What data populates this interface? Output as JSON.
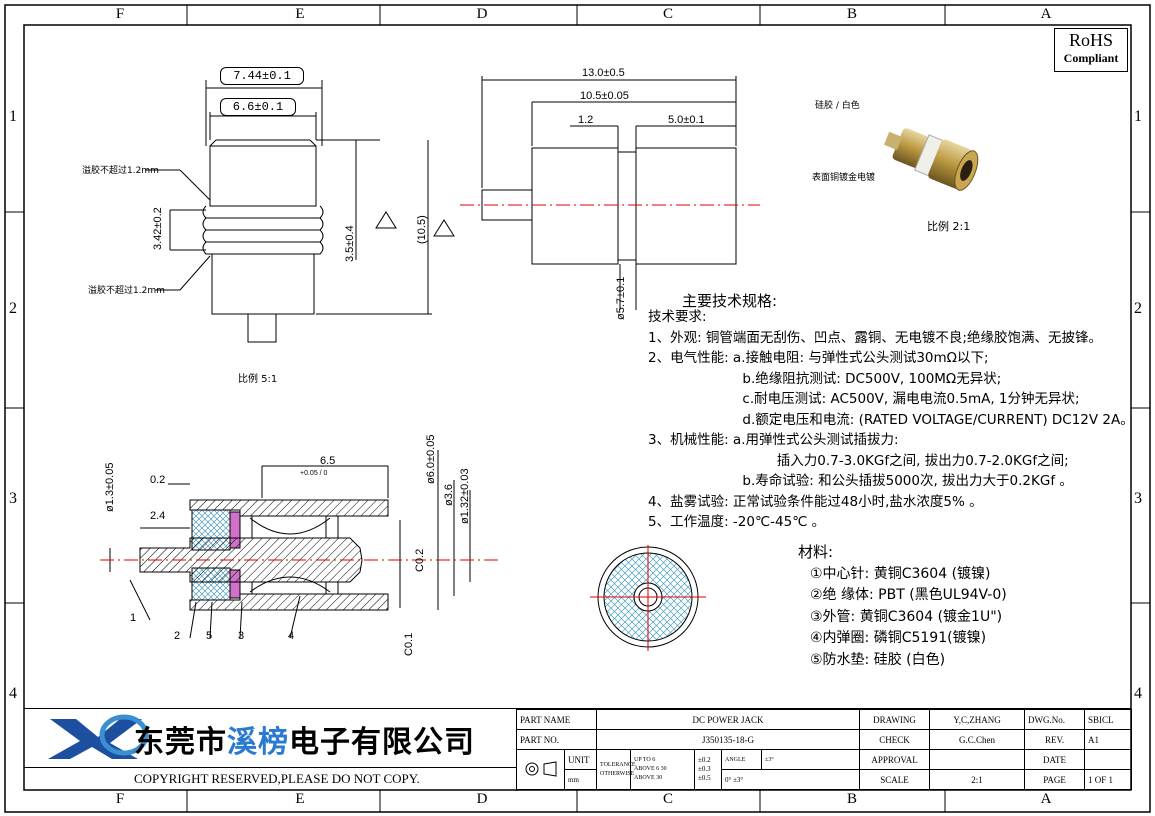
{
  "frame": {
    "cols_top": [
      "F",
      "E",
      "D",
      "C",
      "B",
      "A"
    ],
    "rows": [
      "1",
      "2",
      "3",
      "4"
    ]
  },
  "rohs": {
    "line1": "RoHS",
    "line2": "Compliant"
  },
  "drawing1": {
    "dim_top1": "7.44±0.1",
    "dim_top2": "6.6±0.1",
    "note1": "溢胶不超过1.2mm",
    "note2": "溢胶不超过1.2mm",
    "dim_left": "3.42±0.2",
    "dim_right1": "3.5±0.4",
    "dim_right2": "(10.5)",
    "scale": "比例   5:1"
  },
  "drawing2": {
    "dim1": "13.0±0.5",
    "dim2": "10.5±0.05",
    "dim3": "1.2",
    "dim4": "5.0±0.1",
    "dim5": "ø5.7±0.1"
  },
  "photo": {
    "label1": "硅胶 / 白色",
    "label2": "表面铜镀金电镀",
    "scale": "比例   2:1"
  },
  "section": {
    "dim_a": "ø1.3±0.05",
    "dim_b": "0.2",
    "dim_c": "2.4",
    "dim_d": "6.5",
    "dim_e": "ø6.0±0.05",
    "dim_f": "ø3.6",
    "dim_g": "ø1.32±0.03",
    "dim_h": "C0.2",
    "dim_i": "C0.1",
    "tol": "+0.05 / 0",
    "callouts": [
      "1",
      "2",
      "5",
      "3",
      "4"
    ]
  },
  "specs": {
    "title": "主要技术规格:",
    "lines": [
      "技术要求:",
      "1、外观: 铜管端面无刮伤、凹点、露铜、无电镀不良;绝缘胶饱满、无披锋。",
      "2、电气性能: a.接触电阻: 与弹性式公头测试30mΩ以下;",
      "                      b.绝缘阻抗测试: DC500V, 100MΩ无异状;",
      "                      c.耐电压测试: AC500V, 漏电电流0.5mA, 1分钟无异状;",
      "                      d.额定电压和电流: (RATED VOLTAGE/CURRENT) DC12V 2A。",
      "3、机械性能: a.用弹性式公头测试插拔力:",
      "                              插入力0.7-3.0KGf之间, 拔出力0.7-2.0KGf之间;",
      "                      b.寿命试验: 和公头插拔5000次, 拔出力大于0.2KGf 。",
      "4、盐雾试验: 正常试验条件能过48小时,盐水浓度5% 。",
      "5、工作温度: -20℃-45℃ 。"
    ]
  },
  "materials": {
    "title": "材料:",
    "items": [
      "①中心针: 黄铜C3604 (镀镍)",
      "②绝 缘体: PBT (黑色UL94V-0)",
      "③外管: 黄铜C3604 (镀金1U\")",
      "④内弹圈: 磷铜C5191(镀镍)",
      "⑤防水垫: 硅胶 (白色)"
    ]
  },
  "company": {
    "name_a": "东莞市",
    "name_b": "溪榜",
    "name_c": "电子有限公司",
    "copyright": "COPYRIGHT RESERVED,PLEASE DO NOT COPY."
  },
  "title_block": {
    "part_name_lbl": "PART NAME",
    "part_name": "DC POWER JACK",
    "part_no_lbl": "PART NO.",
    "part_no": "J350135-18-G",
    "unit_lbl": "UNIT",
    "unit_val": "mm",
    "tol_lbl": "TOLERANCE",
    "otherwise": "OTHERWISE",
    "tol1": "UP TO 6",
    "tol1v": "±0.2",
    "tol2": "ABOVE 6 30",
    "tol2v": "±0.3",
    "tol3": "ABOVE 30",
    "tol3v": "±0.5",
    "angle_lbl": "ANGLE",
    "angle": "±3°",
    "angle_hdr": "ANGLE",
    "angle_val": "0° ±3°",
    "drawing_lbl": "DRAWING",
    "drawing_val": "Y,C,ZHANG",
    "check_lbl": "CHECK",
    "check_val": "G.C.Chen",
    "approval_lbl": "APPROVAL",
    "approval_val": "",
    "scale_lbl": "SCALE",
    "scale_val": "2:1",
    "dwgno_lbl": "DWG.No.",
    "dwgno_val": "SBICL",
    "rev_lbl": "REV.",
    "rev_val": "A1",
    "date_lbl": "DATE",
    "date_val": "",
    "page_lbl": "PAGE",
    "page_val": "1 OF 1"
  }
}
